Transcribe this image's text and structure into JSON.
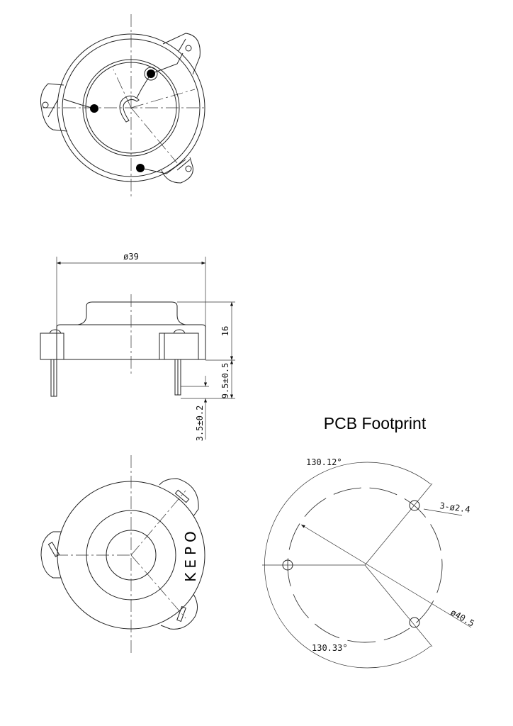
{
  "side_view": {
    "diameter_label": "ø39",
    "height_label": "16",
    "pin_length_label": "9.5±0.5",
    "pin_spacing_label": "3.5±0.2"
  },
  "bottom_view": {
    "logo_text": "KEPO"
  },
  "pcb_footprint": {
    "title": "PCB Footprint",
    "angle_top_label": "130.12°",
    "angle_bottom_label": "130.33°",
    "hole_label": "3-ø2.4",
    "circle_diameter_label": "ø40.5"
  },
  "colors": {
    "line": "#222222",
    "background": "#ffffff"
  }
}
